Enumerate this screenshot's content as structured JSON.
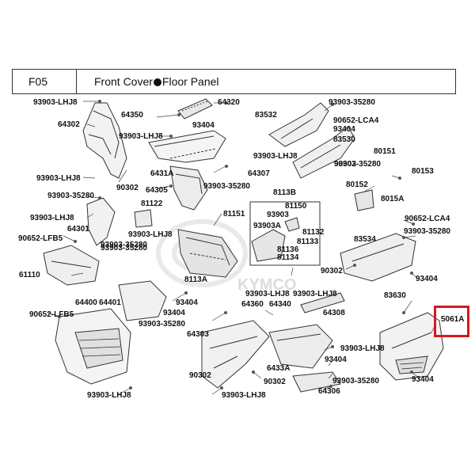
{
  "header": {
    "code": "F05",
    "title_part1": "Front Cover",
    "title_part2": "Floor Panel"
  },
  "highlight": {
    "color": "#d8171d",
    "part": "5061A"
  },
  "watermark": "KYMCO",
  "labels": [
    "93903-LHJ8",
    "64320",
    "93903-35280",
    "64350",
    "83532",
    "90652-LCA4",
    "64302",
    "93404",
    "93404",
    "93903-LHJ8",
    "83530",
    "80151",
    "80153",
    "93903-LHJ8",
    "90302",
    "93903-35280",
    "93903-LHJ8",
    "6431A",
    "64307",
    "90302",
    "64305",
    "93903-35280",
    "80152",
    "93903-35280",
    "8113B",
    "8015A",
    "81122",
    "93903-LHJ8",
    "81150",
    "93903",
    "90652-LCA4",
    "93903-35280",
    "64301",
    "81151",
    "93903A",
    "81132",
    "83534",
    "93903-35280",
    "90652-LFB5",
    "93903-LHJ8",
    "81133",
    "93903-35280",
    "81136",
    "81134",
    "61110",
    "8113A",
    "90302",
    "93404",
    "64400",
    "64401",
    "93903-LHJ8",
    "83630",
    "93404",
    "64360",
    "64340",
    "93903-LHJ8",
    "90652-LFB5",
    "93903-35280",
    "64308",
    "93404",
    "5061A",
    "64303",
    "93903-LHJ8",
    "6433A",
    "93404",
    "90302",
    "90302",
    "93903-35280",
    "93404",
    "93903-LHJ8",
    "64306",
    "93903-LHJ8"
  ]
}
